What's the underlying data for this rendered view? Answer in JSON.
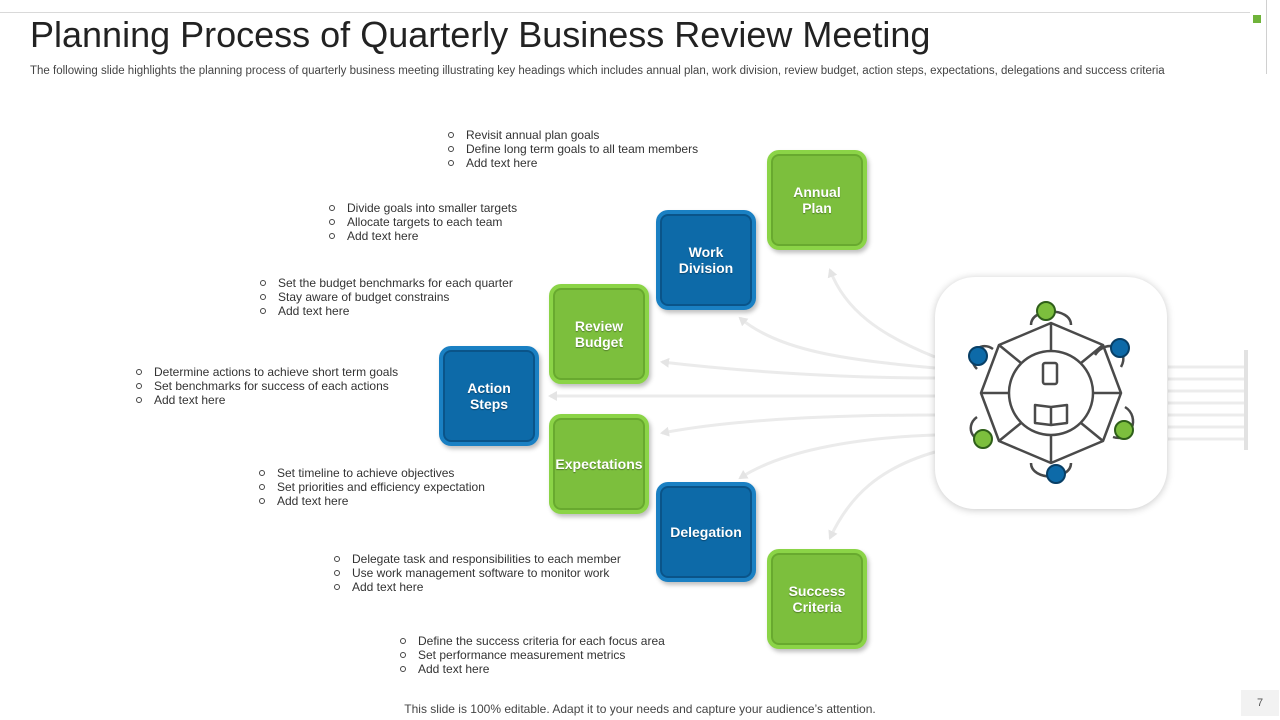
{
  "header": {
    "title": "Planning Process of Quarterly Business Review Meeting",
    "subtitle": "The following slide highlights the planning process of quarterly business meeting illustrating key headings which includes annual plan, work division, review budget, action steps, expectations, delegations and success criteria"
  },
  "steps": [
    {
      "label": "Annual\nPlan",
      "color": "#7cbf3d",
      "bullets": [
        "Revisit annual plan goals",
        "Define long term goals to all team members",
        "Add text here"
      ]
    },
    {
      "label": "Work\nDivision",
      "color": "#0d6aa8",
      "bullets": [
        "Divide goals into smaller targets",
        "Allocate targets to each team",
        "Add text here"
      ]
    },
    {
      "label": "Review\nBudget",
      "color": "#7cbf3d",
      "bullets": [
        "Set the budget benchmarks for each quarter",
        "Stay aware of budget constrains",
        "Add text here"
      ]
    },
    {
      "label": "Action\nSteps",
      "color": "#0d6aa8",
      "bullets": [
        "Determine actions to achieve short term goals",
        "Set benchmarks for success of each actions",
        "Add text here"
      ]
    },
    {
      "label": "Expectations",
      "color": "#7cbf3d",
      "bullets": [
        "Set timeline to achieve objectives",
        "Set priorities and efficiency expectation",
        "Add text here"
      ]
    },
    {
      "label": "Delegation",
      "color": "#0d6aa8",
      "bullets": [
        "Delegate task and responsibilities to each member",
        "Use work management software to monitor work",
        "Add text here"
      ]
    },
    {
      "label": "Success\nCriteria",
      "color": "#7cbf3d",
      "bullets": [
        "Define the success criteria for each focus area",
        "Set performance measurement metrics",
        "Add text here"
      ]
    }
  ],
  "central_icon": "meeting-table-icon",
  "footer": {
    "note": "This slide is 100% editable. Adapt it to your needs and capture your audience’s attention."
  },
  "page": {
    "number": "7"
  }
}
